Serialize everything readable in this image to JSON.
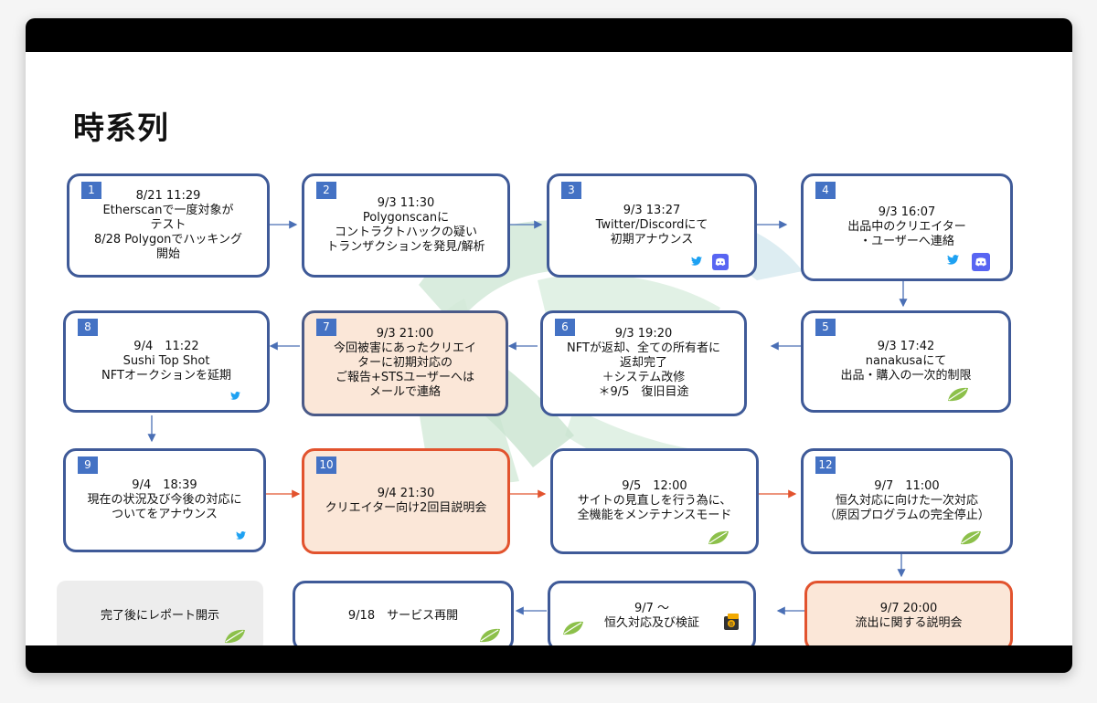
{
  "title": "時系列",
  "steps": [
    {
      "num": "1",
      "text": "8/21 11:29\nEtherscanで一度対象が\nテスト\n8/28 Polygonでハッキング\n開始"
    },
    {
      "num": "2",
      "text": "9/3 11:30\nPolygonscanに\nコントラクトハックの疑い\nトランザクションを発見/解析"
    },
    {
      "num": "3",
      "text": "9/3 13:27\nTwitter/Discordにて\n初期アナウンス"
    },
    {
      "num": "4",
      "text": "9/3 16:07\n出品中のクリエイター\n・ユーザーへ連絡"
    },
    {
      "num": "5",
      "text": "9/3 17:42\nnanakusaにて\n出品・購入の一次的制限"
    },
    {
      "num": "6",
      "text": "9/3 19:20\nNFTが返却、全ての所有者に\n返却完了\n＋システム改修\n＊9/5　復旧目途"
    },
    {
      "num": "7",
      "text": "9/3 21:00\n今回被害にあったクリエイ\nターに初期対応の\nご報告+STSユーザーへは\nメールで連絡"
    },
    {
      "num": "8",
      "text": "9/4　11:22\nSushi Top Shot\nNFTオークションを延期"
    },
    {
      "num": "9",
      "text": "9/4　18:39\n現在の状況及び今後の対応に\nついてをアナウンス"
    },
    {
      "num": "10",
      "text": "9/4 21:30\nクリエイター向け2回目説明会"
    },
    {
      "num": "",
      "text": "9/5　12:00\nサイトの見直しを行う為に、\n全機能をメンテナンスモード"
    },
    {
      "num": "12",
      "text": "9/7　11:00\n恒久対応に向けた一次対応\n（原因プログラムの完全停止）"
    },
    {
      "num": "",
      "text": "9/7 20:00\n流出に関する説明会"
    },
    {
      "num": "",
      "text": "9/7 ～\n恒久対応及び検証"
    },
    {
      "num": "",
      "text": "9/18　サービス再開"
    },
    {
      "num": "",
      "text": "完了後にレポート開示"
    }
  ],
  "colors": {
    "box_border": "#3f5a98",
    "number_badge": "#4472c4",
    "highlight_border": "#e2532e",
    "highlight_fill": "#fbe7d8",
    "twitter": "#1da1f2",
    "discord": "#5865f2",
    "leaf": "#8cc04a"
  },
  "icons": [
    "twitter-icon",
    "discord-icon",
    "leaf-icon",
    "bitcoin-wallet-icon"
  ]
}
